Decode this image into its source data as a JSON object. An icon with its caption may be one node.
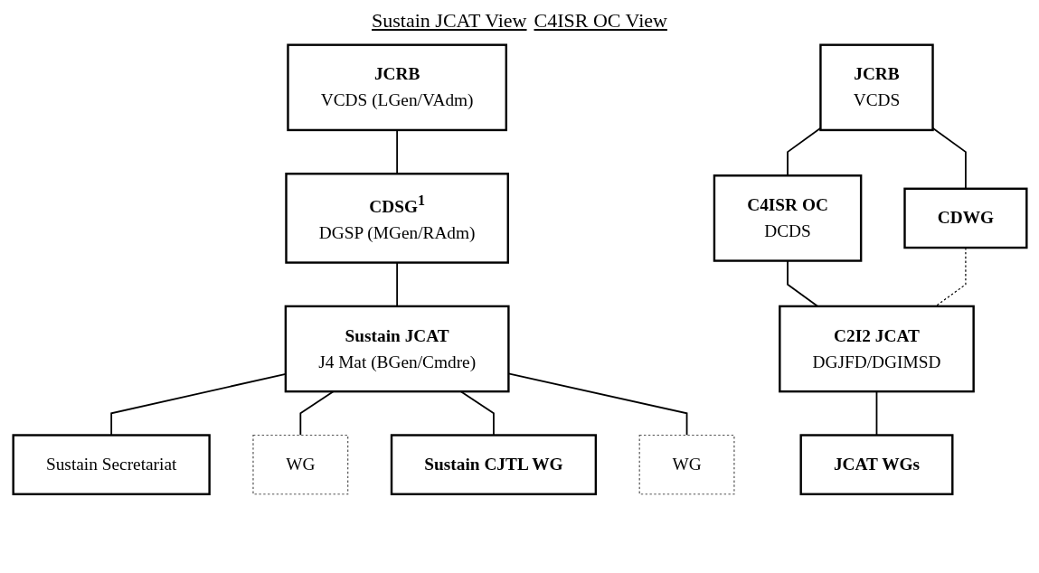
{
  "diagram": {
    "title": "Sustain JCAT View",
    "labels": [
      "C4ISR OC View"
    ],
    "nodes": [
      {
        "text": [
          "JCRB",
          "VCDS (LGen/VAdm)"
        ]
      },
      {
        "text": [
          "CDSG$^{1}$",
          "DGSP (MGen/RAdm)"
        ]
      },
      {
        "text": [
          "Sustain JCAT",
          "J4 Mat (BGen/Cmdre)"
        ]
      },
      {
        "text": [
          "Sustain Secretariat"
        ]
      },
      {
        "text": [
          "WG"
        ]
      },
      {
        "text": [
          "Sustain CJTL WG"
        ]
      },
      {
        "text": [
          "WG"
        ]
      },
      {
        "text": [
          "JCRB",
          "VCDS"
        ]
      },
      {
        "text": [
          "CDWG"
        ]
      },
      {
        "text": [
          "C4ISR OC",
          "DCDS"
        ]
      },
      {
        "text": [
          "C2I2 JCAT",
          "DGJFD/DGIMSD"
        ]
      },
      {
        "text": [
          "JCAT WGs"
        ]
      }
    ],
    "edges": [
      {
        "from": 0,
        "to": 1,
        "arrow": "none"
      },
      {
        "from": 1,
        "to": 2,
        "arrow": "none"
      },
      {
        "from": 2,
        "to": 3,
        "arrow": "none"
      },
      {
        "from": 2,
        "to": 4,
        "arrow": "none"
      },
      {
        "from": 2,
        "to": 5,
        "arrow": "none"
      },
      {
        "from": 2,
        "to": 6,
        "arrow": "none"
      },
      {
        "from": 7,
        "to": 8,
        "arrow": "none"
      },
      {
        "from": 7,
        "to": 9,
        "arrow": "none"
      },
      {
        "from": 9,
        "to": 10,
        "arrow": "none"
      },
      {
        "from": 8,
        "to": 10,
        "arrow": "none",
        "style": "dashed"
      },
      {
        "from": 10,
        "to": 11,
        "arrow": "none"
      }
    ]
  }
}
